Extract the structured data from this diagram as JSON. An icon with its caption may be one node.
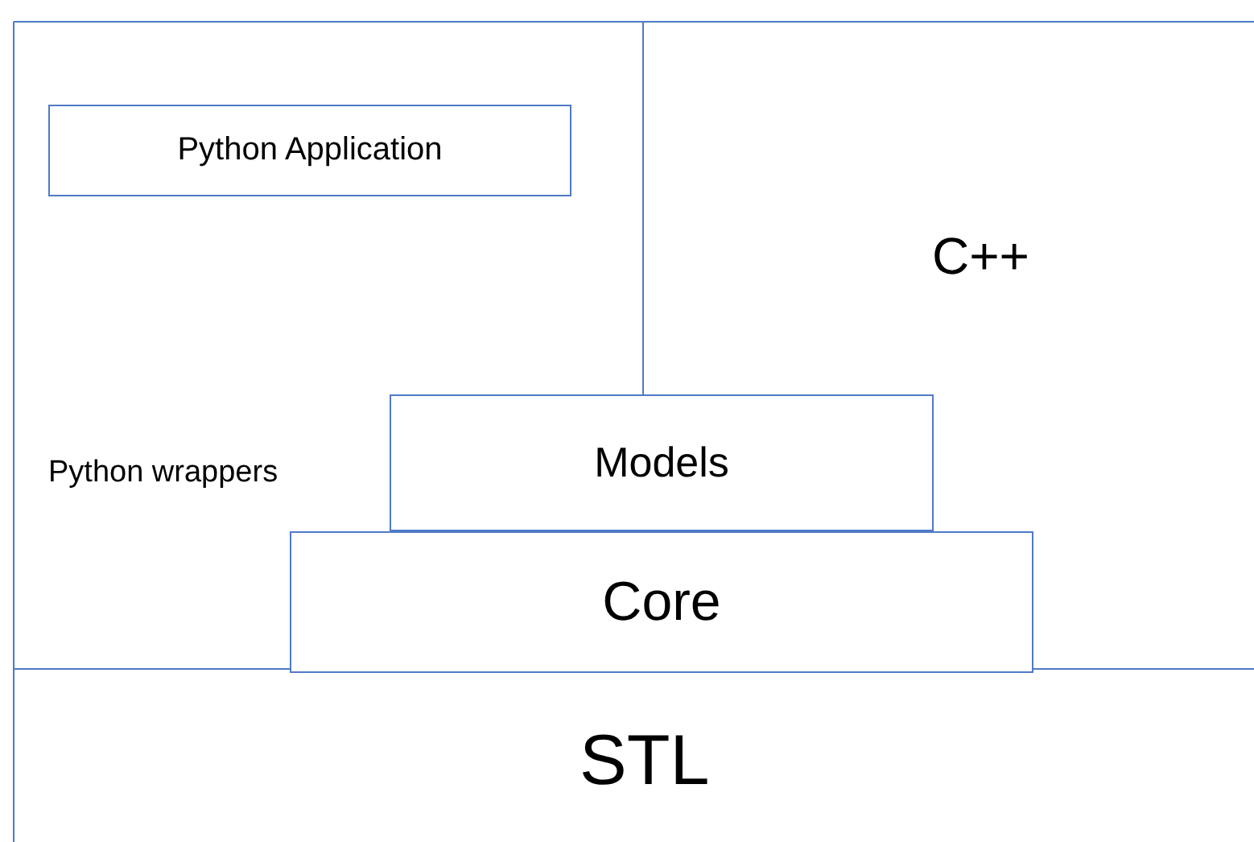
{
  "diagram": {
    "nodes": [
      {
        "text": [
          "Python wrappers"
        ]
      },
      {
        "text": [
          "Python Application"
        ],
        "in": 0
      },
      {
        "text": [
          "C++"
        ]
      },
      {
        "text": [
          "STL"
        ]
      },
      {
        "text": [
          "Models"
        ]
      },
      {
        "text": [
          "Core"
        ]
      }
    ]
  }
}
